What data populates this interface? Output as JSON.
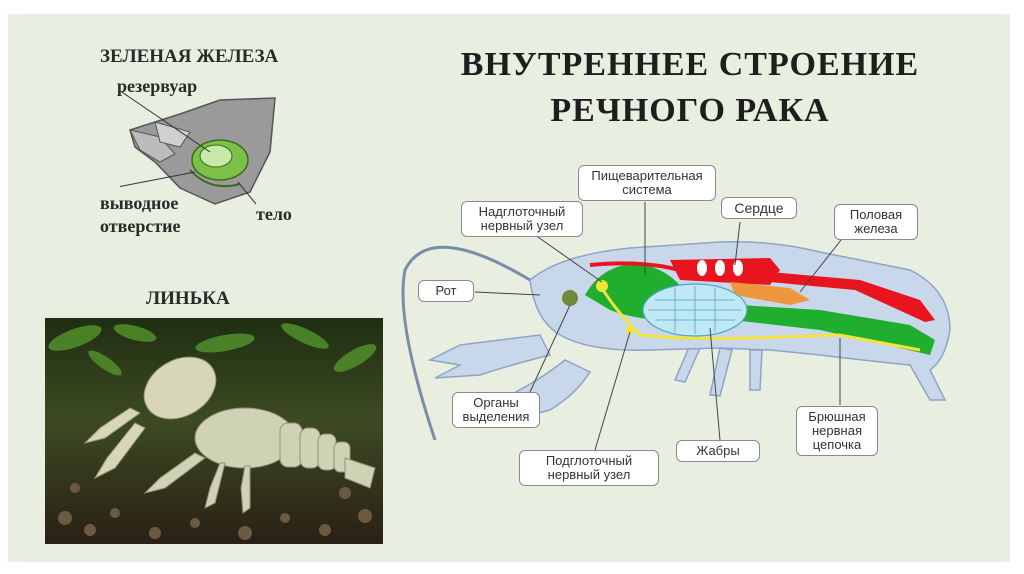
{
  "title_line1": "ВНУТРЕННЕЕ СТРОЕНИЕ",
  "title_line2": "РЕЧНОГО РАКА",
  "green_gland": {
    "heading": "ЗЕЛЕНАЯ ЖЕЛЕЗА",
    "reservoir": "резервуар",
    "outlet_line1": "выводное",
    "outlet_line2": "отверстие",
    "body": "тело"
  },
  "molting": {
    "heading": "ЛИНЬКА"
  },
  "labels": {
    "digestive_line1": "Пищеварительная",
    "digestive_line2": "система",
    "supra_line1": "Надглоточный",
    "supra_line2": "нервный узел",
    "heart": "Сердце",
    "gonad_line1": "Половая",
    "gonad_line2": "железа",
    "mouth": "Рот",
    "excretory_line1": "Органы",
    "excretory_line2": "выделения",
    "sub_line1": "Подглоточный",
    "sub_line2": "нервный узел",
    "gills": "Жабры",
    "ventral_line1": "Брюшная",
    "ventral_line2": "нервная",
    "ventral_line3": "цепочка"
  },
  "colors": {
    "background": "#e8efe0",
    "body_fill": "#c9d7ea",
    "heart_red": "#e8141e",
    "digestive_green": "#1fae2e",
    "gonad_orange": "#f0963c",
    "nerve_yellow": "#f2e43a",
    "gill_cyan": "#bfe8f4"
  }
}
